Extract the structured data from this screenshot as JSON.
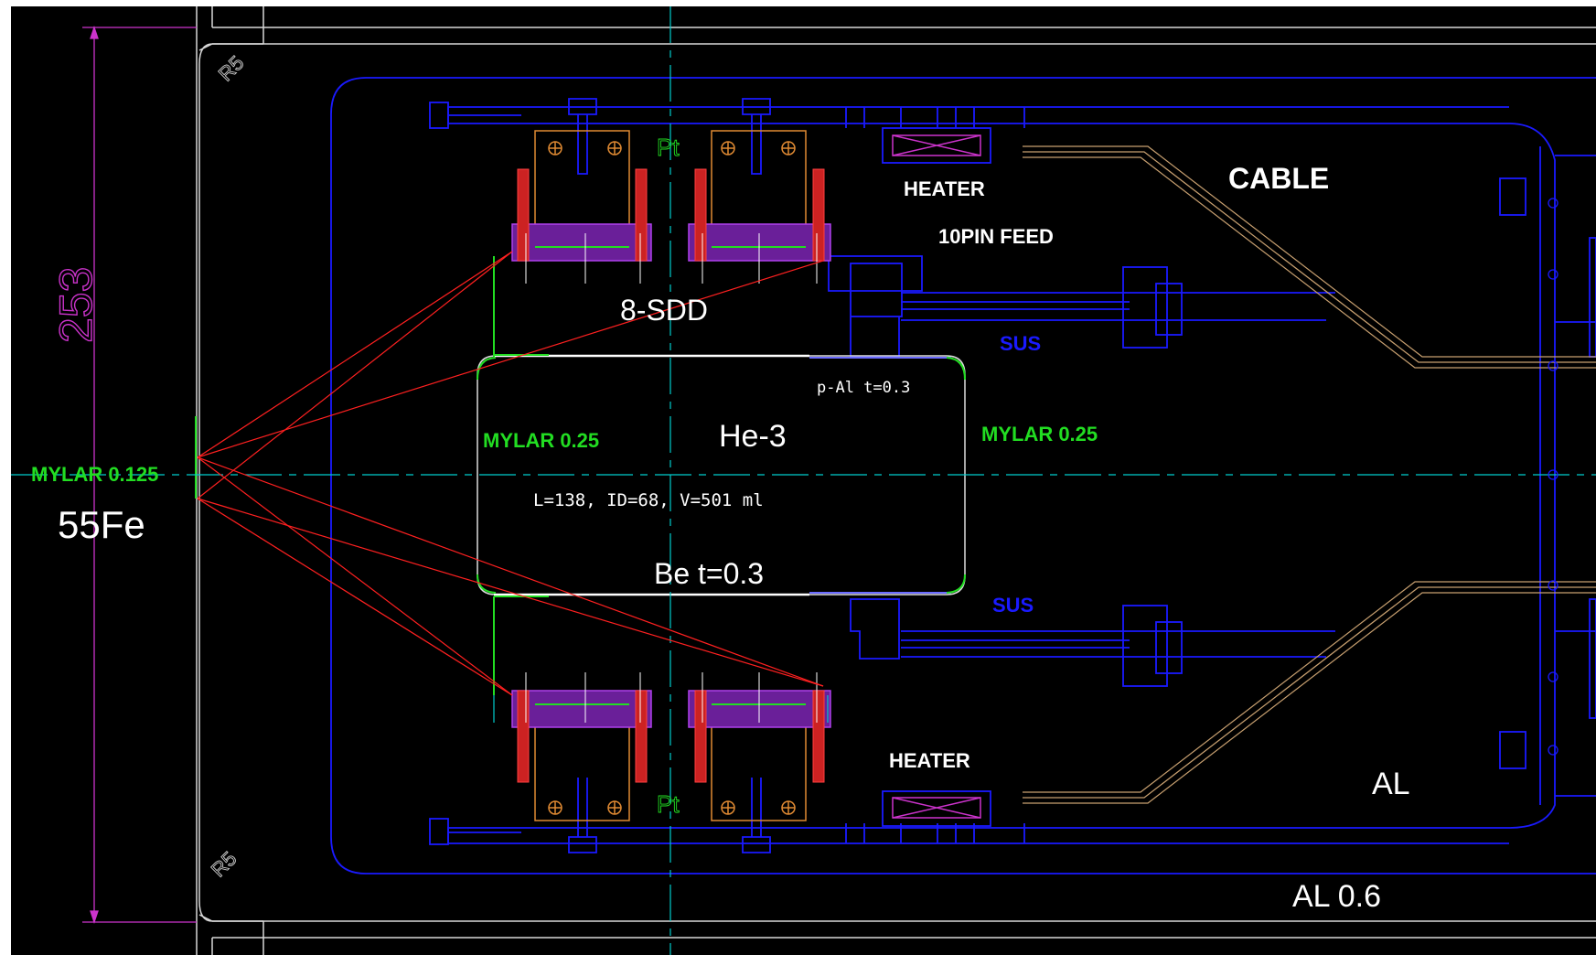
{
  "labels": {
    "dimension_253": "253",
    "radius_top": "R5",
    "radius_bottom": "R5",
    "pt_top": "Pt",
    "pt_bottom": "Pt",
    "heater_top": "HEATER",
    "heater_bottom": "HEATER",
    "cable": "CABLE",
    "feed": "10PIN FEED",
    "sdd": "8-SDD",
    "sus_top": "SUS",
    "sus_bottom": "SUS",
    "p_al": "p-Al t=0.3",
    "mylar_left": "MYLAR 0.25",
    "mylar_right": "MYLAR 0.25",
    "mylar_source": "MYLAR 0.125",
    "he3": "He-3",
    "cell_spec": "L=138, ID=68, V=501 ml",
    "source": "55Fe",
    "be_window": "Be t=0.3",
    "al": "AL",
    "al_wall": "AL 0.6"
  },
  "colors": {
    "background": "#000000",
    "frame_white": "#ffffff",
    "outline_blue": "#1a1aff",
    "dimension_magenta": "#cc33cc",
    "axis_cyan": "#00cccc",
    "ray_red": "#ff2020",
    "label_green": "#22dd22",
    "hatch_purple": "#9933cc",
    "bracket_orange": "#e08a33",
    "cable_tan": "#c8a070"
  }
}
